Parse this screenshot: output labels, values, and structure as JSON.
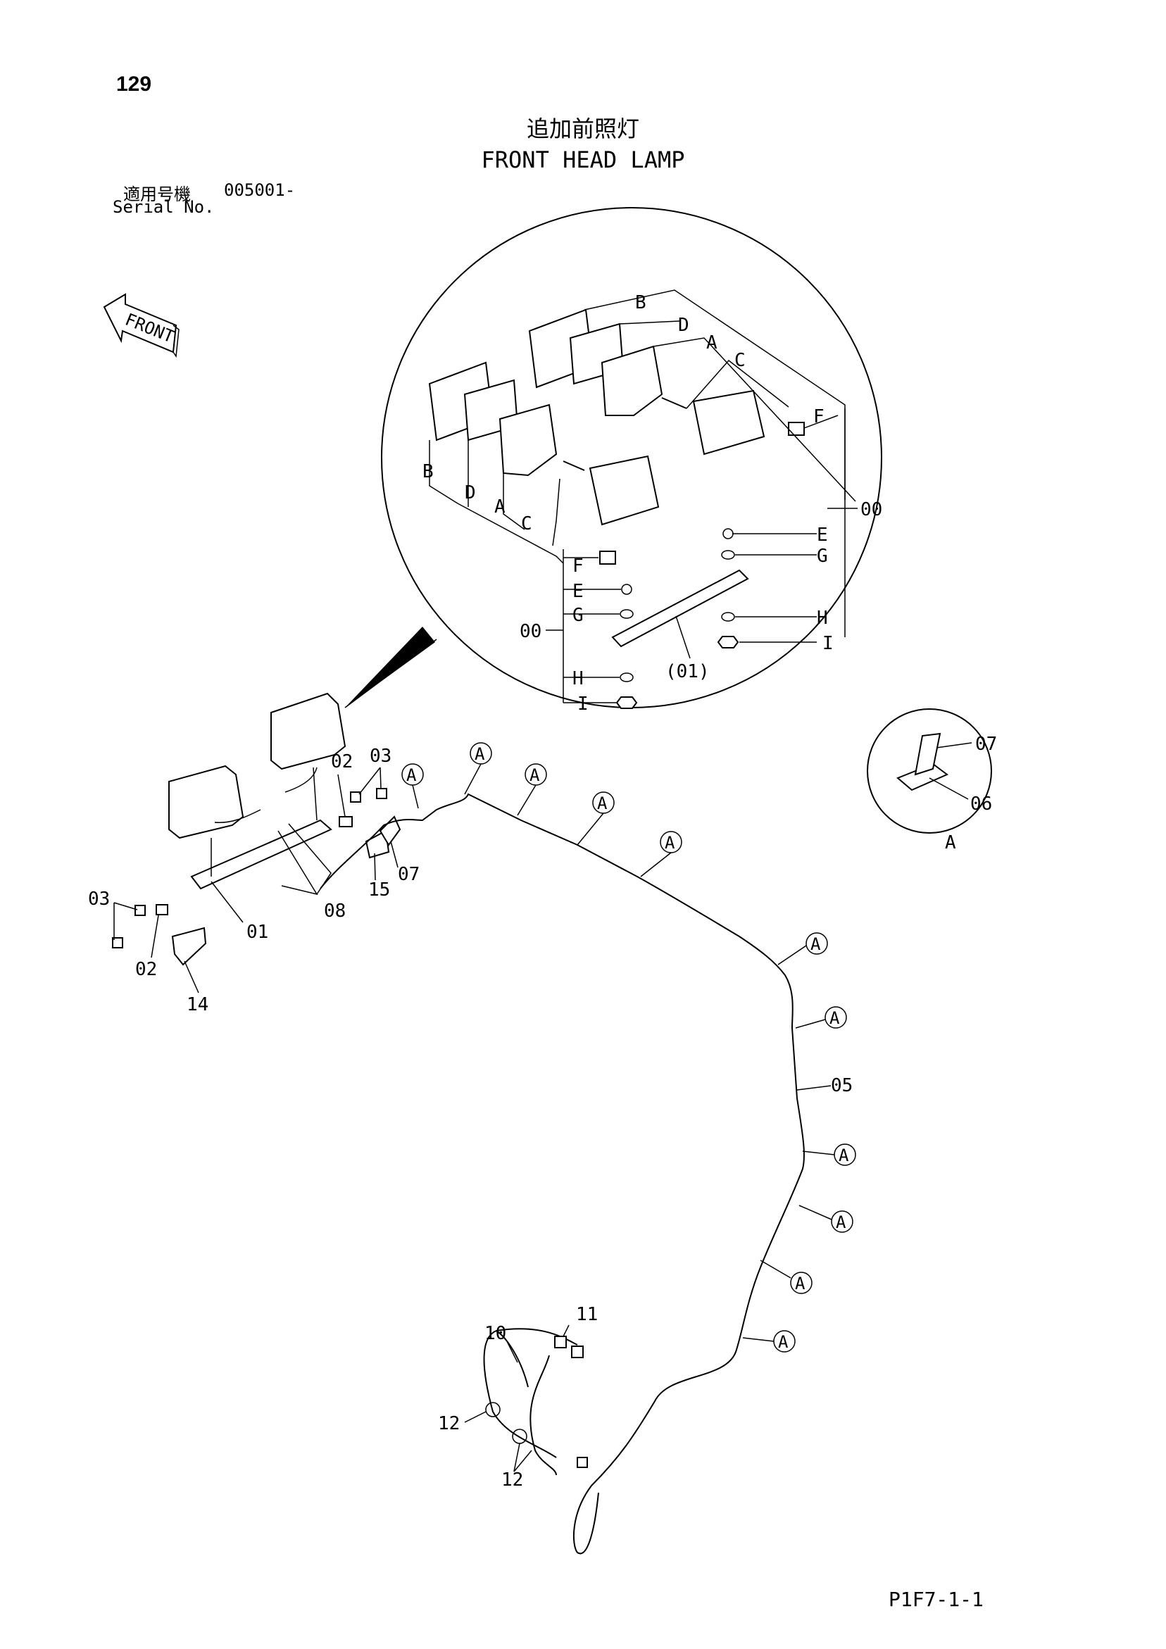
{
  "page": {
    "number": "129",
    "code": "P1F7-1-1"
  },
  "title": {
    "japanese": "追加前照灯",
    "english": "FRONT HEAD LAMP"
  },
  "serial": {
    "label_jp": "適用号機",
    "value": "005001-",
    "label_en": "Serial No."
  },
  "direction_label": "FRONT",
  "detail_view": {
    "letters": {
      "b": "B",
      "d": "D",
      "a": "A",
      "c": "C",
      "f": "F",
      "e": "E",
      "g": "G",
      "h": "H",
      "i": "I"
    },
    "assembly_label": "00",
    "bracket_label": "(01)"
  },
  "clip_detail": {
    "letter": "A",
    "labels": [
      "07",
      "06"
    ]
  },
  "part_numbers": {
    "p01": "01",
    "p02": "02",
    "p03": "03",
    "p05": "05",
    "p07": "07",
    "p08": "08",
    "p10": "10",
    "p11": "11",
    "p12": "12",
    "p14": "14",
    "p15": "15"
  },
  "clip_marker": "A",
  "icons": [
    "front-arrow-icon",
    "clip-marker-icon"
  ]
}
